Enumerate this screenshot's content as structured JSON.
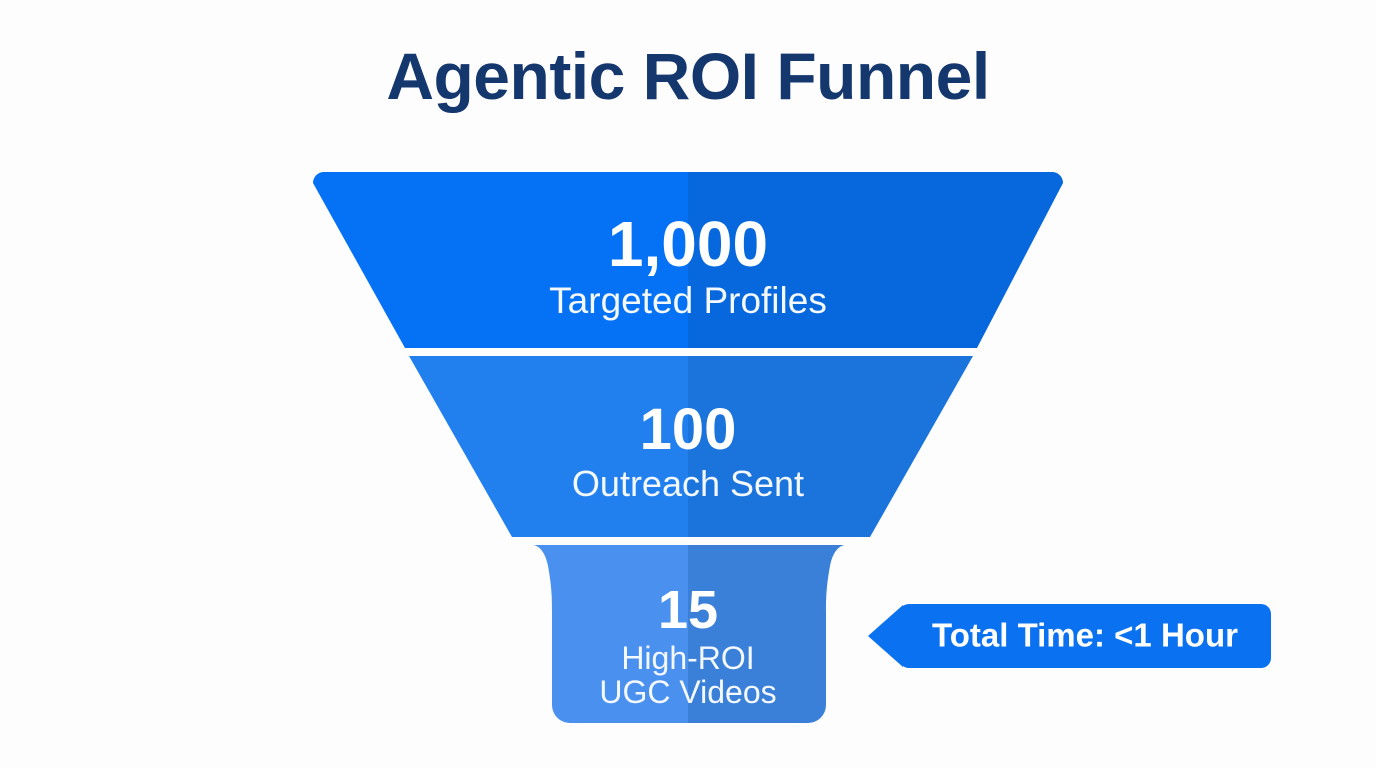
{
  "header": {
    "title": "Agentic ROI Funnel",
    "title_color": "#14376d"
  },
  "background_color": "#fdfdfd",
  "chart_data": {
    "type": "funnel",
    "title": "Agentic ROI Funnel",
    "stages": [
      {
        "value": 1000,
        "value_label": "1,000",
        "label": "Targeted Profiles",
        "color_left": "#0571f5",
        "color_right": "#0668dc"
      },
      {
        "value": 100,
        "value_label": "100",
        "label": "Outreach Sent",
        "color_left": "#2180ee",
        "color_right": "#1a74dc"
      },
      {
        "value": 15,
        "value_label": "15",
        "label_line1": "High-ROI",
        "label_line2": "UGC Videos",
        "label": "High-ROI UGC Videos",
        "color_left": "#4a90ee",
        "color_right": "#3a7fd8"
      }
    ],
    "annotations": [
      {
        "text": "Total Time: <1 Hour",
        "color": "#0a72f0",
        "text_color": "#ffffff",
        "pointer": "left-arrow"
      }
    ]
  },
  "callout": {
    "text": "Total Time: <1 Hour"
  }
}
